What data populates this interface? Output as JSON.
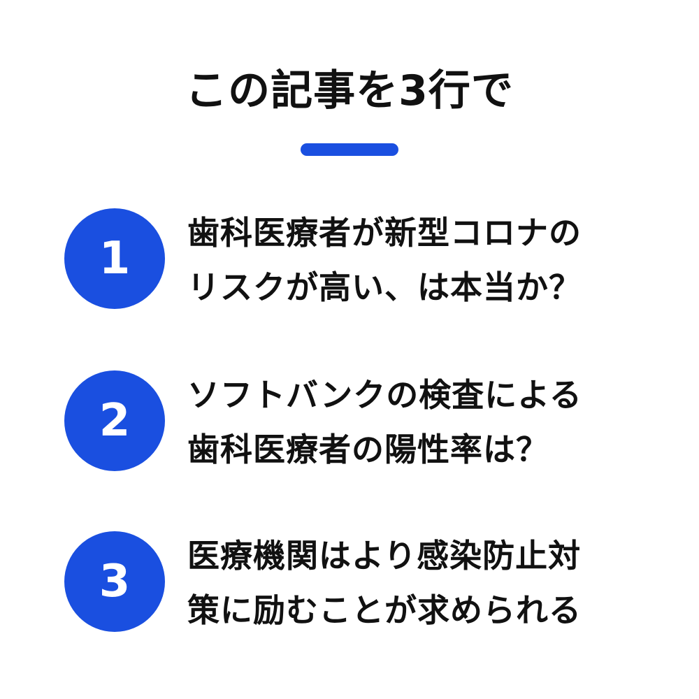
{
  "header": {
    "title": "この記事を3行で",
    "accent_color": "#1a4fe0"
  },
  "items": [
    {
      "number": "1",
      "line1": "歯科医療者が新型コロナの",
      "line2": "リスクが高い、は本当か？"
    },
    {
      "number": "2",
      "line1": "ソフトバンクの検査による",
      "line2": "歯科医療者の陽性率は？"
    },
    {
      "number": "3",
      "line1": "医療機関はより感染防止対",
      "line2": "策に励むことが求められる"
    }
  ]
}
